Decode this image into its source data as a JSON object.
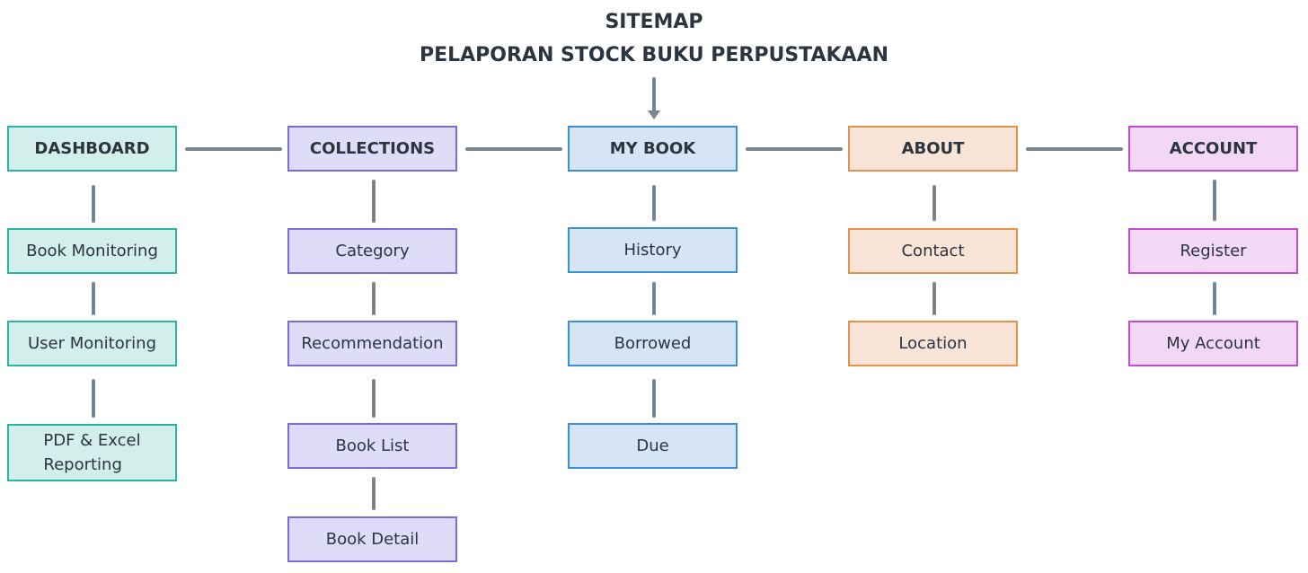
{
  "title": {
    "line1": "SITEMAP",
    "line2": "PELAPORAN STOCK BUKU PERPUSTAKAAN"
  },
  "columns": [
    {
      "header": "DASHBOARD",
      "color": "#2bb3a3",
      "items": [
        "Book Monitoring",
        "User Monitoring",
        "PDF & Excel Reporting"
      ],
      "multiline_item": [
        "PDF & Excel",
        "Reporting"
      ]
    },
    {
      "header": "COLLECTIONS",
      "color": "#7c6ad8",
      "items": [
        "Category",
        "Recommendation",
        "Book List",
        "Book Detail"
      ]
    },
    {
      "header": "MY BOOK",
      "color": "#3a8fd8",
      "items": [
        "History",
        "Borrowed",
        "Due"
      ]
    },
    {
      "header": "ABOUT",
      "color": "#e8914a",
      "items": [
        "Contact",
        "Location"
      ]
    },
    {
      "header": "ACCOUNT",
      "color": "#c64ad0",
      "items": [
        "Register",
        "My Account"
      ]
    }
  ]
}
